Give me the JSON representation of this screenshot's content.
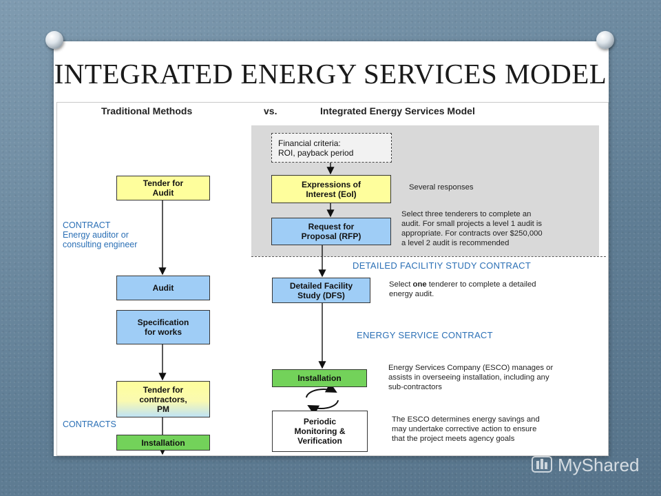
{
  "slide": {
    "title": "INTEGRATED ENERGY SERVICES MODEL"
  },
  "diagram": {
    "header_traditional": "Traditional Methods",
    "header_vs": "vs.",
    "header_integrated": "Integrated Energy Services Model",
    "traditional": {
      "tender_audit": "Tender for\nAudit",
      "contract_label": "CONTRACT\nEnergy auditor or\nconsulting engineer",
      "audit": "Audit",
      "specification": "Specification\nfor works",
      "tender_contractors": "Tender for\ncontractors,\nPM",
      "contracts_label": "CONTRACTS",
      "installation": "Installation"
    },
    "integrated": {
      "financial_criteria": "Financial criteria:\nROI, payback period",
      "eoi": "Expressions of\nInterest (EoI)",
      "eoi_note": "Several responses",
      "rfp": "Request for\nProposal (RFP)",
      "rfp_note": "Select three tenderers to complete an\naudit. For small projects a level 1 audit is\nappropriate.  For contracts over $250,000\na level 2 audit is recommended",
      "dfs_contract_label": "DETAILED FACILITIY STUDY CONTRACT",
      "dfs": "Detailed Facility\nStudy (DFS)",
      "dfs_note_pre": "Select ",
      "dfs_note_bold": "one",
      "dfs_note_post": " tenderer to complete a  detailed\nenergy audit.",
      "esc_label": "ENERGY SERVICE CONTRACT",
      "installation": "Installation",
      "installation_note": "Energy Services Company (ESCO) manages  or\nassists in overseeing installation, including any\nsub-contractors",
      "pmv": "Periodic\nMonitoring &\nVerification",
      "pmv_note": "The ESCO determines energy savings and\nmay undertake corrective action to ensure\nthat the project meets agency goals"
    }
  },
  "watermark": {
    "text": "MyShared"
  },
  "colors": {
    "yellow_box": "#fefe9c",
    "blue_box": "#9fcdf6",
    "green_box": "#73d25a",
    "label_blue": "#2a6fb5",
    "grey_panel": "#d9d9d9"
  },
  "icons": [
    "pushpin-icon",
    "cycle-arrows-icon",
    "myshared-logo-icon"
  ]
}
